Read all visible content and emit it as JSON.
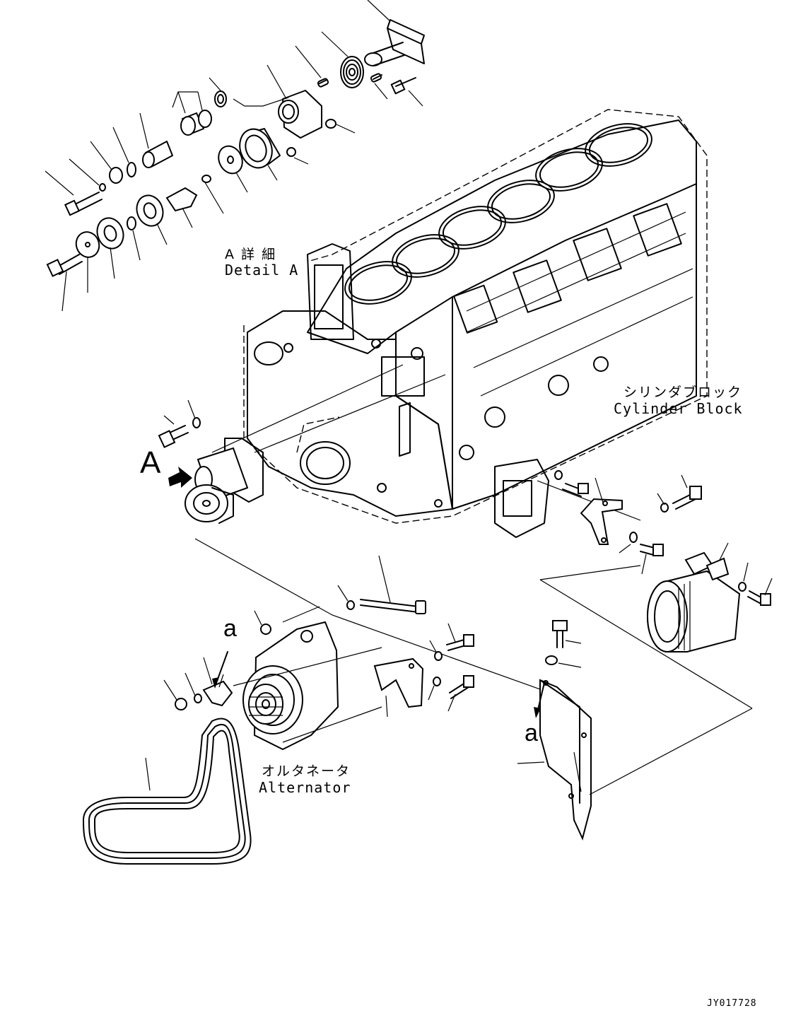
{
  "labels": {
    "detail_a_ja": "A 詳 細",
    "detail_a_en": "Detail A",
    "cylinder_block_ja": "シリンダブロック",
    "cylinder_block_en": "Cylinder Block",
    "alternator_ja": "オルタネータ",
    "alternator_en": "Alternator",
    "view_marker": "A",
    "ref_marker_upper": "a",
    "ref_marker_lower": "a",
    "drawing_code": "JY017728"
  },
  "icons": [
    "view-arrow-icon",
    "reference-arrow-icon"
  ]
}
